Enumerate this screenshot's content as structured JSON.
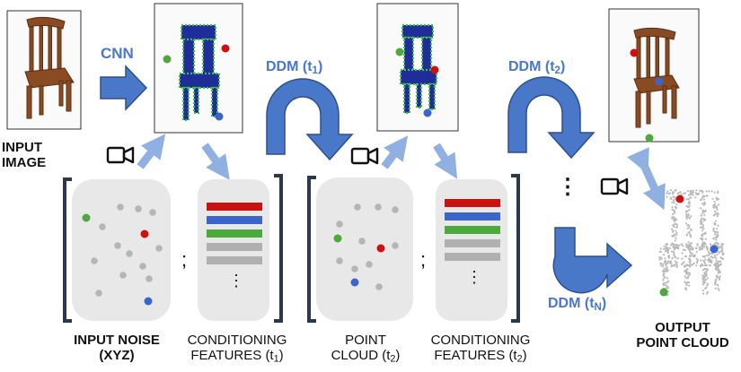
{
  "labels": {
    "input_image": [
      "INPUT",
      "IMAGE"
    ],
    "cnn": "CNN",
    "ddm1": "DDM (t",
    "ddm1_sub": "1",
    "ddm2": "DDM (t",
    "ddm2_sub": "2",
    "ddmN": "DDM (t",
    "ddmN_sub": "N",
    "paren_close": ")",
    "semicolon": ";",
    "ellipsis_v": "⋮",
    "input_noise": "INPUT NOISE",
    "xyz": "(XYZ)",
    "cond_features": "CONDITIONING",
    "features_t1": "FEATURES (t",
    "t1_sub": "1",
    "point": "POINT",
    "cloud_t2": "CLOUD (t",
    "t2_sub": "2",
    "features_t2": "FEATURES (t",
    "t2b_sub": "2",
    "output": "OUTPUT",
    "point_cloud": "POINT CLOUD"
  },
  "colors": {
    "arrow_blue": "#4a78c8",
    "arrow_light": "#8fb0e0",
    "panel_gray": "#e8e8e8",
    "red": "#cc1111",
    "blue": "#3a66cc",
    "green": "#4caa3c",
    "gray_bar": "#b0b0b0",
    "voxel_green": "#3fbf4a",
    "voxel_blue": "#1f2c9a",
    "wood": "#8a4a22"
  },
  "icons": [
    "camera-icon",
    "ellipsis-vertical-icon"
  ]
}
